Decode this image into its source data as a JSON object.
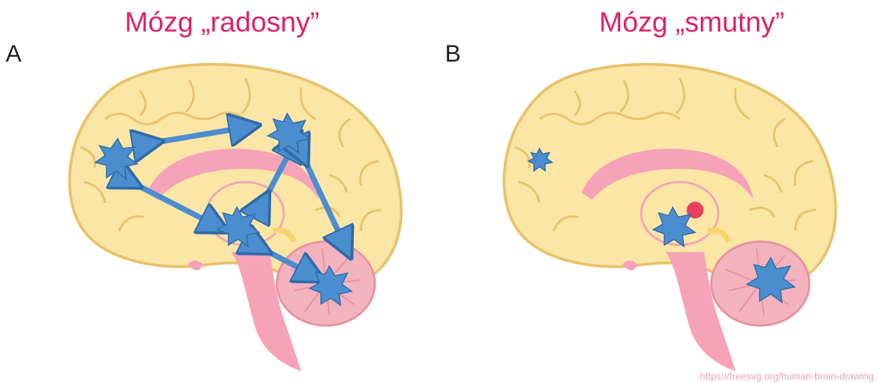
{
  "panels": [
    {
      "letter": "A",
      "title": "Mózg „radosny”"
    },
    {
      "letter": "B",
      "title": "Mózg „smutny”"
    }
  ],
  "source": "https://freesvg.org/human-brain-drawing",
  "colors": {
    "title": "#e0206a",
    "cortex_fill": "#fbe6a6",
    "cortex_stroke": "#e8c26a",
    "limbic": "#f6a2b8",
    "activity": "#4a8ed0",
    "activity_stroke": "#2f6aa8"
  }
}
